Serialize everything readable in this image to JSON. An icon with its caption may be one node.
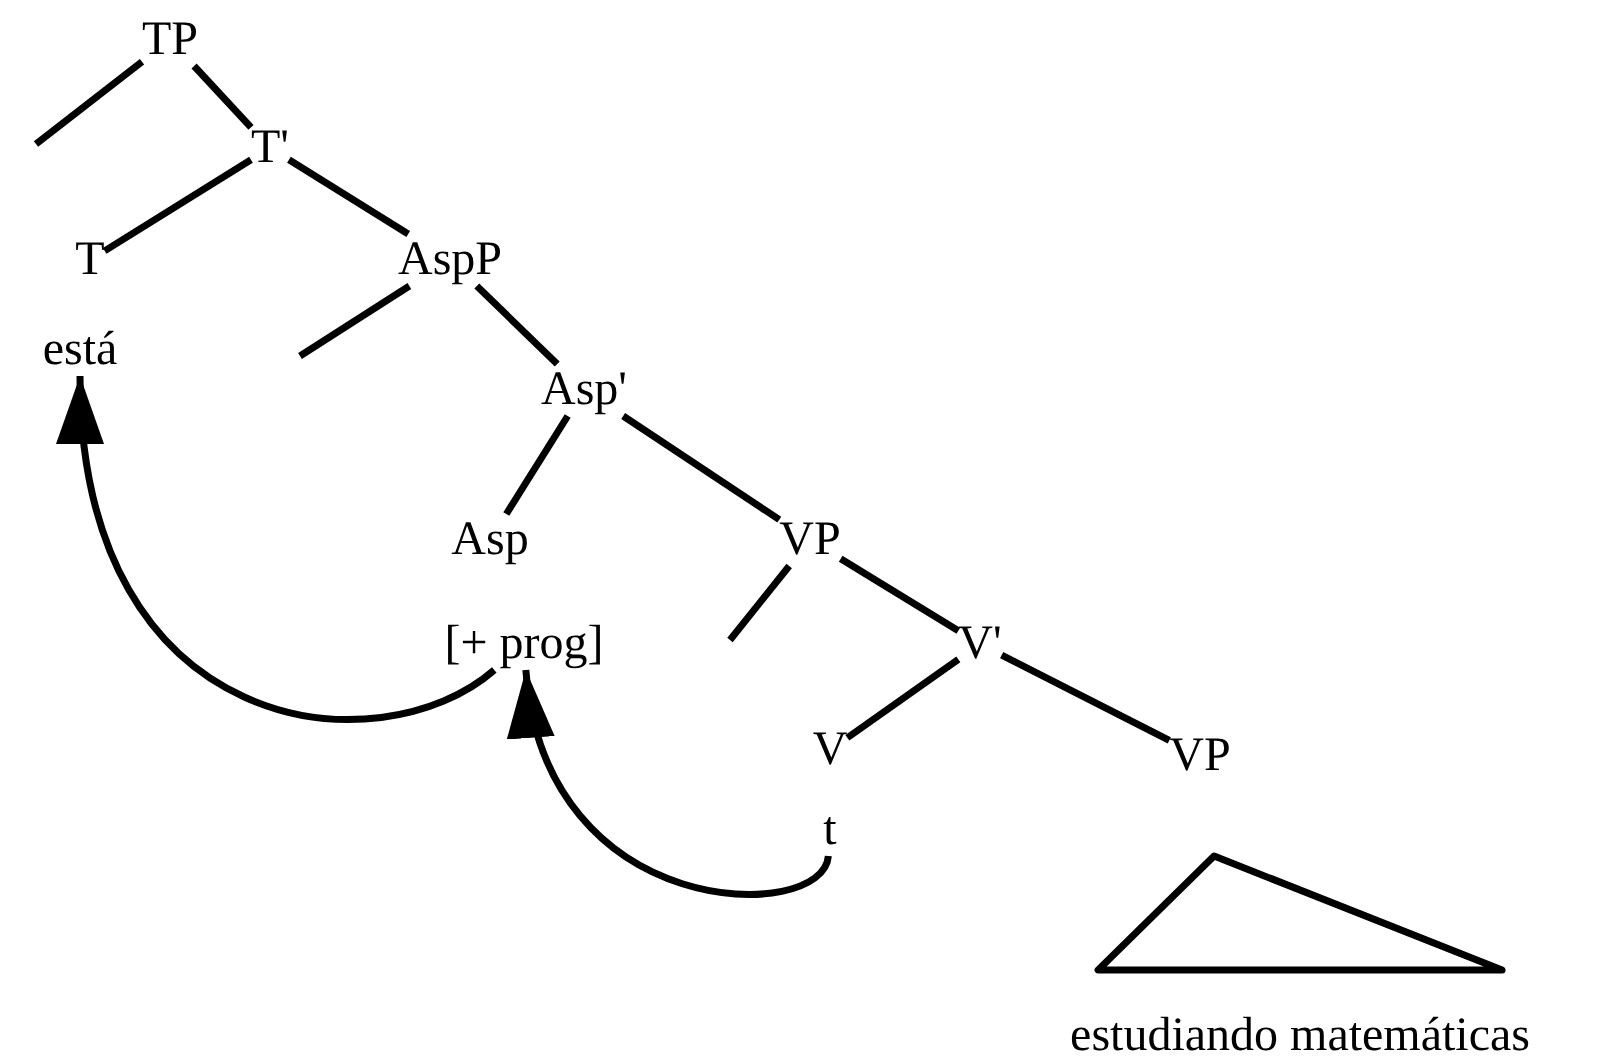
{
  "diagram": {
    "nodes": [
      {
        "text": [
          "TP"
        ]
      },
      {
        "text": [
          "T'"
        ]
      },
      {
        "text": [
          "T"
        ]
      },
      {
        "text": [
          "AspP"
        ]
      },
      {
        "text": [
          "está"
        ]
      },
      {
        "text": [
          "Asp'"
        ]
      },
      {
        "text": [
          "Asp"
        ]
      },
      {
        "text": [
          "VP"
        ]
      },
      {
        "text": [
          "[+ prog]"
        ]
      },
      {
        "text": [
          "V'"
        ]
      },
      {
        "text": [
          "V"
        ]
      },
      {
        "text": [
          "VP"
        ]
      },
      {
        "text": [
          "t"
        ]
      },
      {
        "text": [],
        "shape": "triangle",
        "beside": [
          "estudiando matemáticas"
        ]
      }
    ],
    "edges": [
      {
        "from": 0,
        "to": null,
        "arrow": "none"
      },
      {
        "from": 0,
        "to": 1,
        "arrow": "none"
      },
      {
        "from": 1,
        "to": 2,
        "arrow": "none"
      },
      {
        "from": 1,
        "to": 3,
        "arrow": "none"
      },
      {
        "from": 3,
        "to": null,
        "arrow": "none"
      },
      {
        "from": 3,
        "to": 5,
        "arrow": "none"
      },
      {
        "from": 5,
        "to": 6,
        "arrow": "none"
      },
      {
        "from": 5,
        "to": 7,
        "arrow": "none"
      },
      {
        "from": 7,
        "to": null,
        "arrow": "none"
      },
      {
        "from": 7,
        "to": 9,
        "arrow": "none"
      },
      {
        "from": 9,
        "to": 10,
        "arrow": "none"
      },
      {
        "from": 9,
        "to": 11,
        "arrow": "none"
      },
      {
        "from": 8,
        "to": 4,
        "arrow": "to"
      },
      {
        "from": 12,
        "to": 8,
        "arrow": "to"
      }
    ]
  }
}
